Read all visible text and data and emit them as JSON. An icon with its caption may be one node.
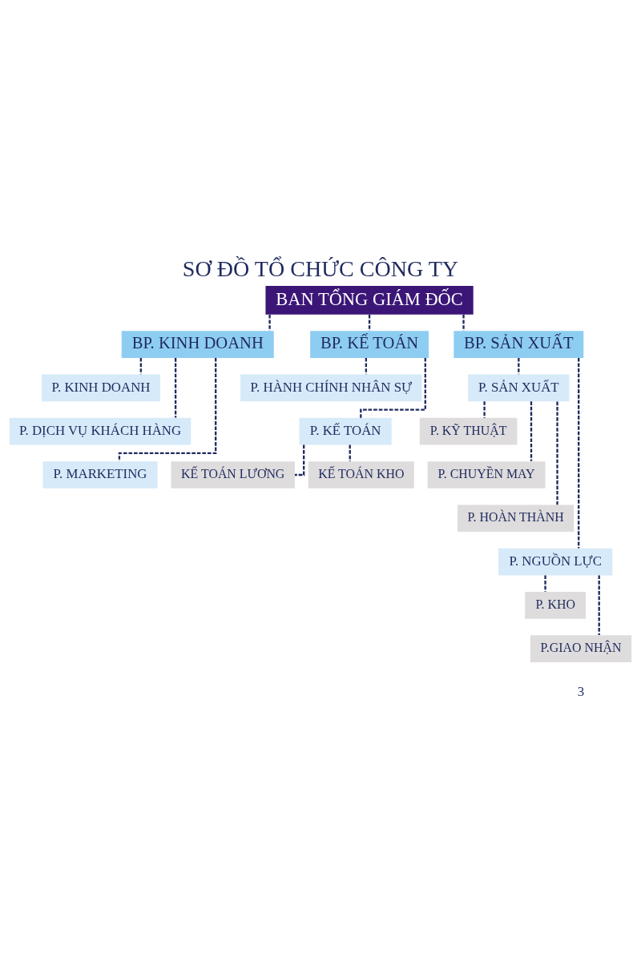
{
  "diagram": {
    "title": "SƠ ĐỒ TỔ CHỨC CÔNG TY",
    "nodes": [
      {
        "text": [
          "BAN TỔNG GIÁM ĐỐC"
        ]
      },
      {
        "text": [
          "BP. KINH DOANH"
        ]
      },
      {
        "text": [
          "BP. KẾ TOÁN"
        ]
      },
      {
        "text": [
          "BP. SẢN XUẤT"
        ]
      },
      {
        "text": [
          "P. KINH DOANH"
        ]
      },
      {
        "text": [
          "P. DỊCH VỤ KHÁCH HÀNG"
        ]
      },
      {
        "text": [
          "P. MARKETING"
        ]
      },
      {
        "text": [
          "P. HÀNH CHÍNH NHÂN SỰ"
        ]
      },
      {
        "text": [
          "P. KẾ TOÁN"
        ]
      },
      {
        "text": [
          "KẾ TOÁN LƯƠNG"
        ]
      },
      {
        "text": [
          "KẾ TOÁN KHO"
        ]
      },
      {
        "text": [
          "P. SẢN XUẤT"
        ]
      },
      {
        "text": [
          "P. KỸ THUẬT"
        ]
      },
      {
        "text": [
          "P. CHUYỀN MAY"
        ]
      },
      {
        "text": [
          "P. HOÀN THÀNH"
        ]
      },
      {
        "text": [
          "P. NGUỒN LỰC"
        ]
      },
      {
        "text": [
          "P. KHO"
        ]
      },
      {
        "text": [
          "P.GIAO NHẬN"
        ]
      }
    ],
    "edges": [
      {
        "from": 0,
        "to": 1,
        "arrow": "none",
        "style": "dashed"
      },
      {
        "from": 0,
        "to": 2,
        "arrow": "none",
        "style": "dashed"
      },
      {
        "from": 0,
        "to": 3,
        "arrow": "none",
        "style": "dashed"
      },
      {
        "from": 1,
        "to": 4,
        "arrow": "none",
        "style": "dashed"
      },
      {
        "from": 1,
        "to": 5,
        "arrow": "none",
        "style": "dashed"
      },
      {
        "from": 1,
        "to": 6,
        "arrow": "none",
        "style": "dashed"
      },
      {
        "from": 2,
        "to": 7,
        "arrow": "none",
        "style": "dashed"
      },
      {
        "from": 2,
        "to": 8,
        "arrow": "none",
        "style": "dashed"
      },
      {
        "from": 8,
        "to": 9,
        "arrow": "none",
        "style": "dashed"
      },
      {
        "from": 8,
        "to": 10,
        "arrow": "none",
        "style": "dashed"
      },
      {
        "from": 3,
        "to": 11,
        "arrow": "none",
        "style": "dashed"
      },
      {
        "from": 11,
        "to": 12,
        "arrow": "none",
        "style": "dashed"
      },
      {
        "from": 11,
        "to": 13,
        "arrow": "none",
        "style": "dashed"
      },
      {
        "from": 11,
        "to": 14,
        "arrow": "none",
        "style": "dashed"
      },
      {
        "from": 3,
        "to": 15,
        "arrow": "none",
        "style": "dashed"
      },
      {
        "from": 15,
        "to": 16,
        "arrow": "none",
        "style": "dashed"
      },
      {
        "from": 15,
        "to": 17,
        "arrow": "none",
        "style": "dashed"
      }
    ],
    "labels": [
      "3"
    ]
  }
}
